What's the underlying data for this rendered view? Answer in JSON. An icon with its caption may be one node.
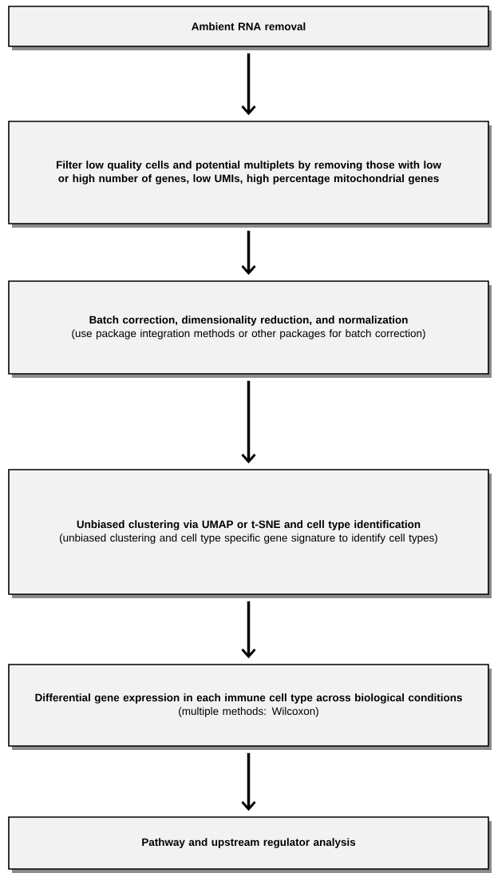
{
  "diagram": {
    "nodes": [
      {
        "text": [
          "Ambient RNA removal"
        ]
      },
      {
        "text": [
          "Filter low quality cells and potential multiplets by removing those with low or high number of genes, low UMIs, high percentage mitochondrial genes"
        ]
      },
      {
        "text": [
          "Batch correction, dimensionality reduction, and normalization",
          "(use package integration methods or other packages for batch correction)"
        ]
      },
      {
        "text": [
          "Unbiased clustering via UMAP or t-SNE  and cell type identification",
          "(unbiased clustering and cell type specific gene signature to identify cell types)"
        ]
      },
      {
        "text": [
          "Differential gene expression in each immune cell type across biological conditions",
          "(multiple methods: Wilcoxon)"
        ]
      },
      {
        "text": [
          "Pathway and upstream regulator analysis"
        ]
      }
    ],
    "edges": [
      {
        "from": 0,
        "to": 1,
        "arrow": "to"
      },
      {
        "from": 1,
        "to": 2,
        "arrow": "to"
      },
      {
        "from": 2,
        "to": 3,
        "arrow": "to"
      },
      {
        "from": 3,
        "to": 4,
        "arrow": "to"
      },
      {
        "from": 4,
        "to": 5,
        "arrow": "to"
      }
    ]
  }
}
